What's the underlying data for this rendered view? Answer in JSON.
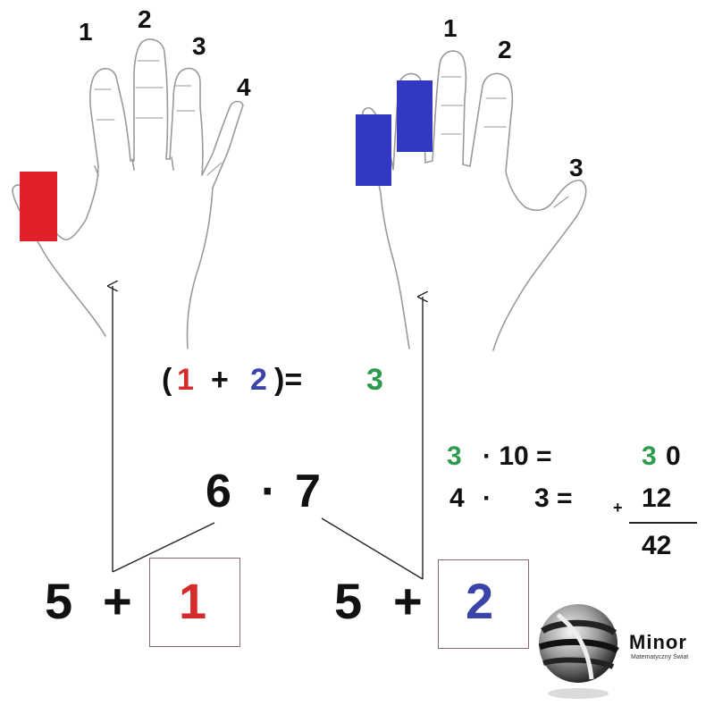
{
  "left_hand": {
    "finger_numbers": [
      "1",
      "2",
      "3",
      "4"
    ],
    "marker_color": "#e0202a"
  },
  "right_hand": {
    "finger_numbers": [
      "1",
      "2",
      "3"
    ],
    "marker_color": "#3338c2"
  },
  "sum_equation": {
    "open": "(",
    "a": "1",
    "plus": "+",
    "b": "2",
    "close": ")=",
    "result": "3"
  },
  "product": {
    "left": "6",
    "dot": "·",
    "right": "7"
  },
  "decomposition_left": {
    "base": "5",
    "plus": "+",
    "extra": "1"
  },
  "decomposition_right": {
    "base": "5",
    "plus": "+",
    "extra": "2"
  },
  "calculation": {
    "row1_a": "3",
    "row1_op": "· 10 =",
    "row1_res_tens": "3",
    "row1_res_units": "0",
    "row2_a": "4",
    "row2_op": "·",
    "row2_b": "3 =",
    "plus_sign": "+",
    "row2_res": "12",
    "total": "42"
  },
  "logo": {
    "name": "Minor",
    "tagline": "Matematyczny Świat"
  },
  "colors": {
    "red": "#d42b2b",
    "blue": "#3a43a8",
    "green": "#2e9a4e",
    "ink": "#111111"
  },
  "icons": [
    "left-hand-outline-icon",
    "right-hand-outline-icon",
    "globe-logo-icon",
    "arrow-up-icon"
  ]
}
